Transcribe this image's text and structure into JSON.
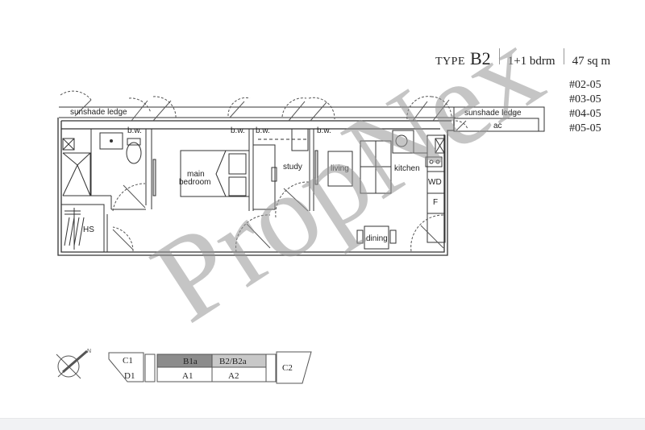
{
  "header": {
    "type_label": "TYPE",
    "type_code": "B2",
    "bedrooms": "1+1 bdrm",
    "area": "47 sq m"
  },
  "units": [
    "#02-05",
    "#03-05",
    "#04-05",
    "#05-05"
  ],
  "floorplan": {
    "labels": {
      "sunshade_left": "sunshade ledge",
      "sunshade_right": "sunshade ledge",
      "ac": "ac",
      "bw1": "b.w.",
      "bw2": "b.w.",
      "bw3": "b.w.",
      "bw4": "b.w.",
      "main_bedroom_1": "main",
      "main_bedroom_2": "bedroom",
      "study": "study",
      "living": "living",
      "kitchen": "kitchen",
      "wd": "WD",
      "fridge": "F",
      "dining": "dining",
      "hs": "HS"
    }
  },
  "keyplan": {
    "units": [
      "C1",
      "D1",
      "B1a",
      "B2/B2a",
      "A1",
      "A2",
      "C2"
    ],
    "highlight_color": "#8c8c8c",
    "highlight_light_color": "#c8c8c8"
  },
  "watermark": "PropNex"
}
